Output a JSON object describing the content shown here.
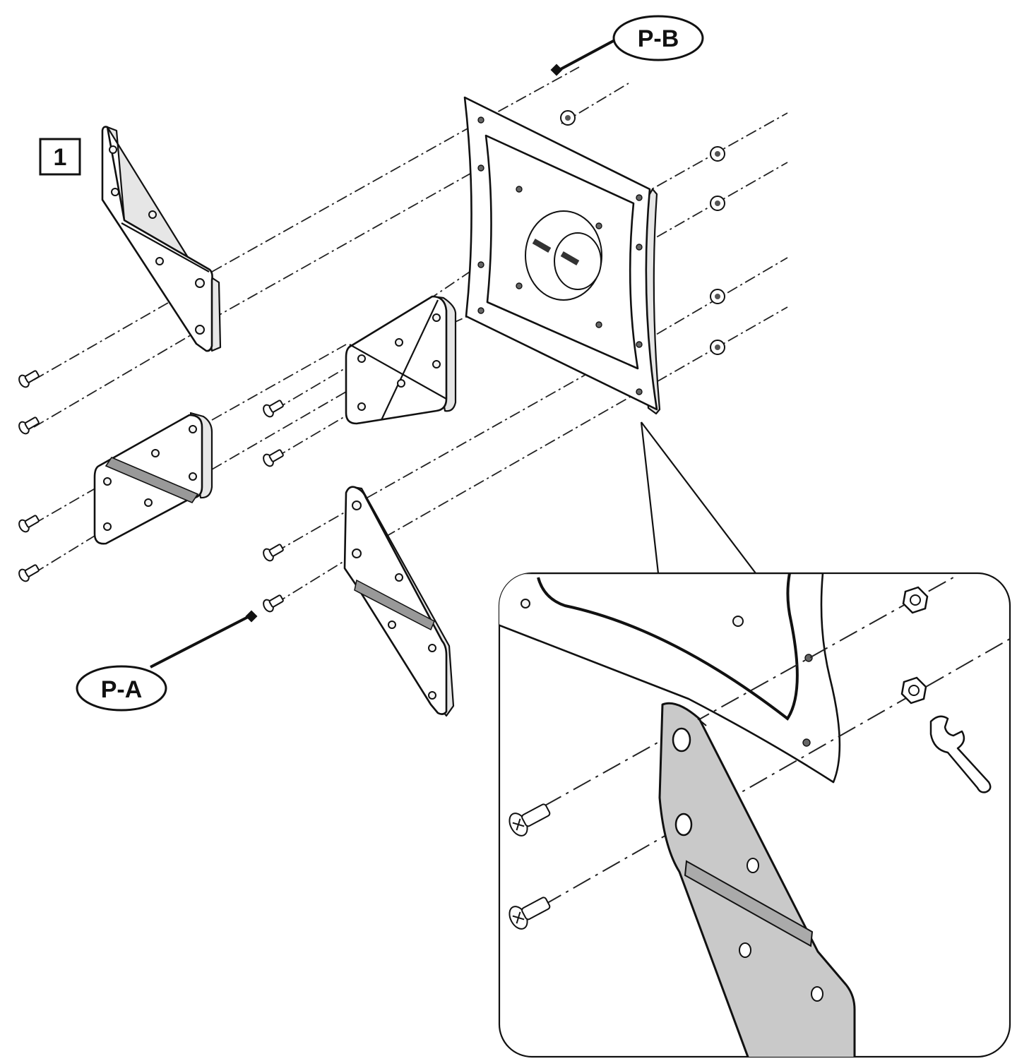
{
  "labels": {
    "step_number": "1",
    "part_a": "P-A",
    "part_b": "P-B"
  }
}
